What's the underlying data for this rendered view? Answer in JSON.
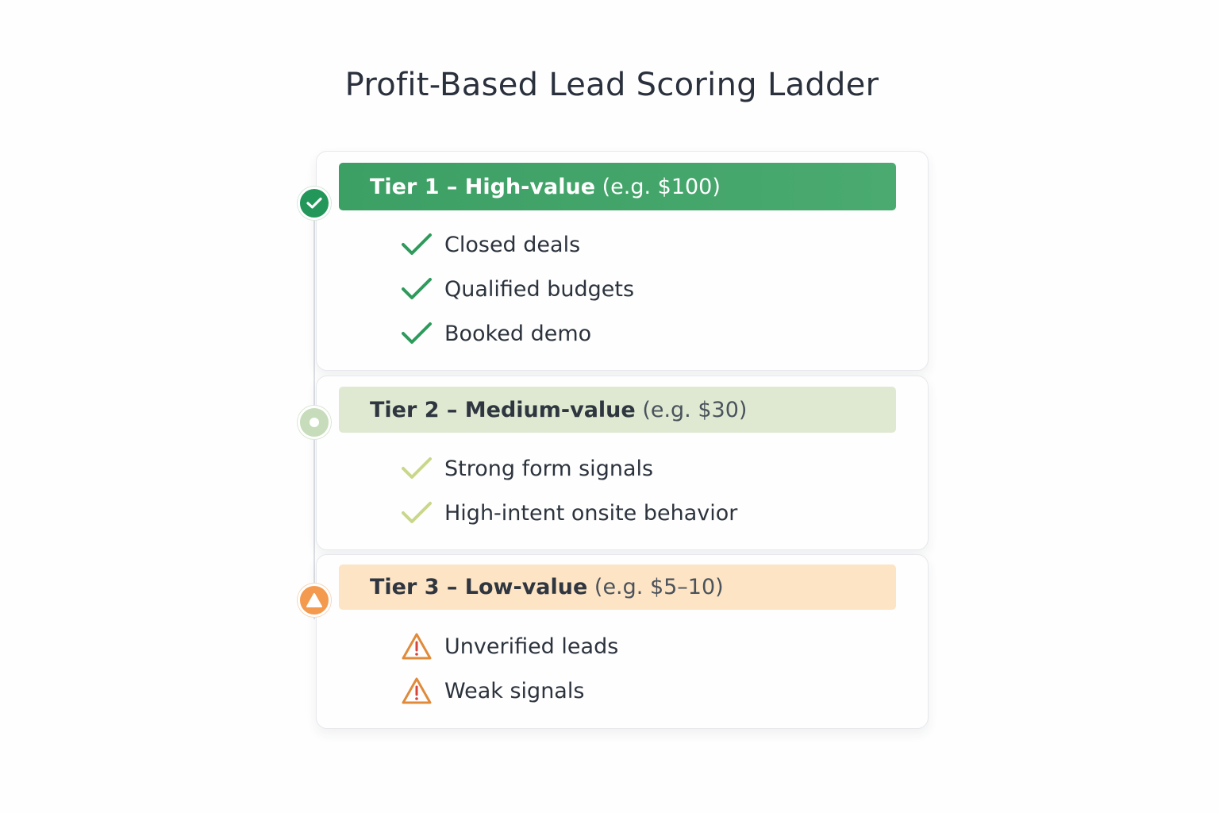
{
  "title": "Profit-Based Lead Scoring Ladder",
  "colors": {
    "tier1_accent": "#3c9f64",
    "tier2_accent": "#dfe9d2",
    "tier3_accent": "#fde4c4",
    "tier1_check": "#2e9a5c",
    "tier2_check": "#c9d78a",
    "tier3_warning": "#e08a3a"
  },
  "tiers": [
    {
      "name": "Tier 1 – High-value",
      "example": "(e.g. $100)",
      "node_icon": "check-circle-icon",
      "item_icon": "check-icon",
      "items": [
        "Closed deals",
        "Qualified budgets",
        "Booked demo"
      ]
    },
    {
      "name": "Tier 2 – Medium-value",
      "example": "(e.g. $30)",
      "node_icon": "dot-circle-icon",
      "item_icon": "check-icon",
      "items": [
        "Strong form signals",
        "High-intent onsite behavior"
      ]
    },
    {
      "name": "Tier 3 – Low-value",
      "example": "(e.g. $5–10)",
      "node_icon": "warning-circle-icon",
      "item_icon": "warning-icon",
      "items": [
        "Unverified leads",
        "Weak signals"
      ]
    }
  ]
}
